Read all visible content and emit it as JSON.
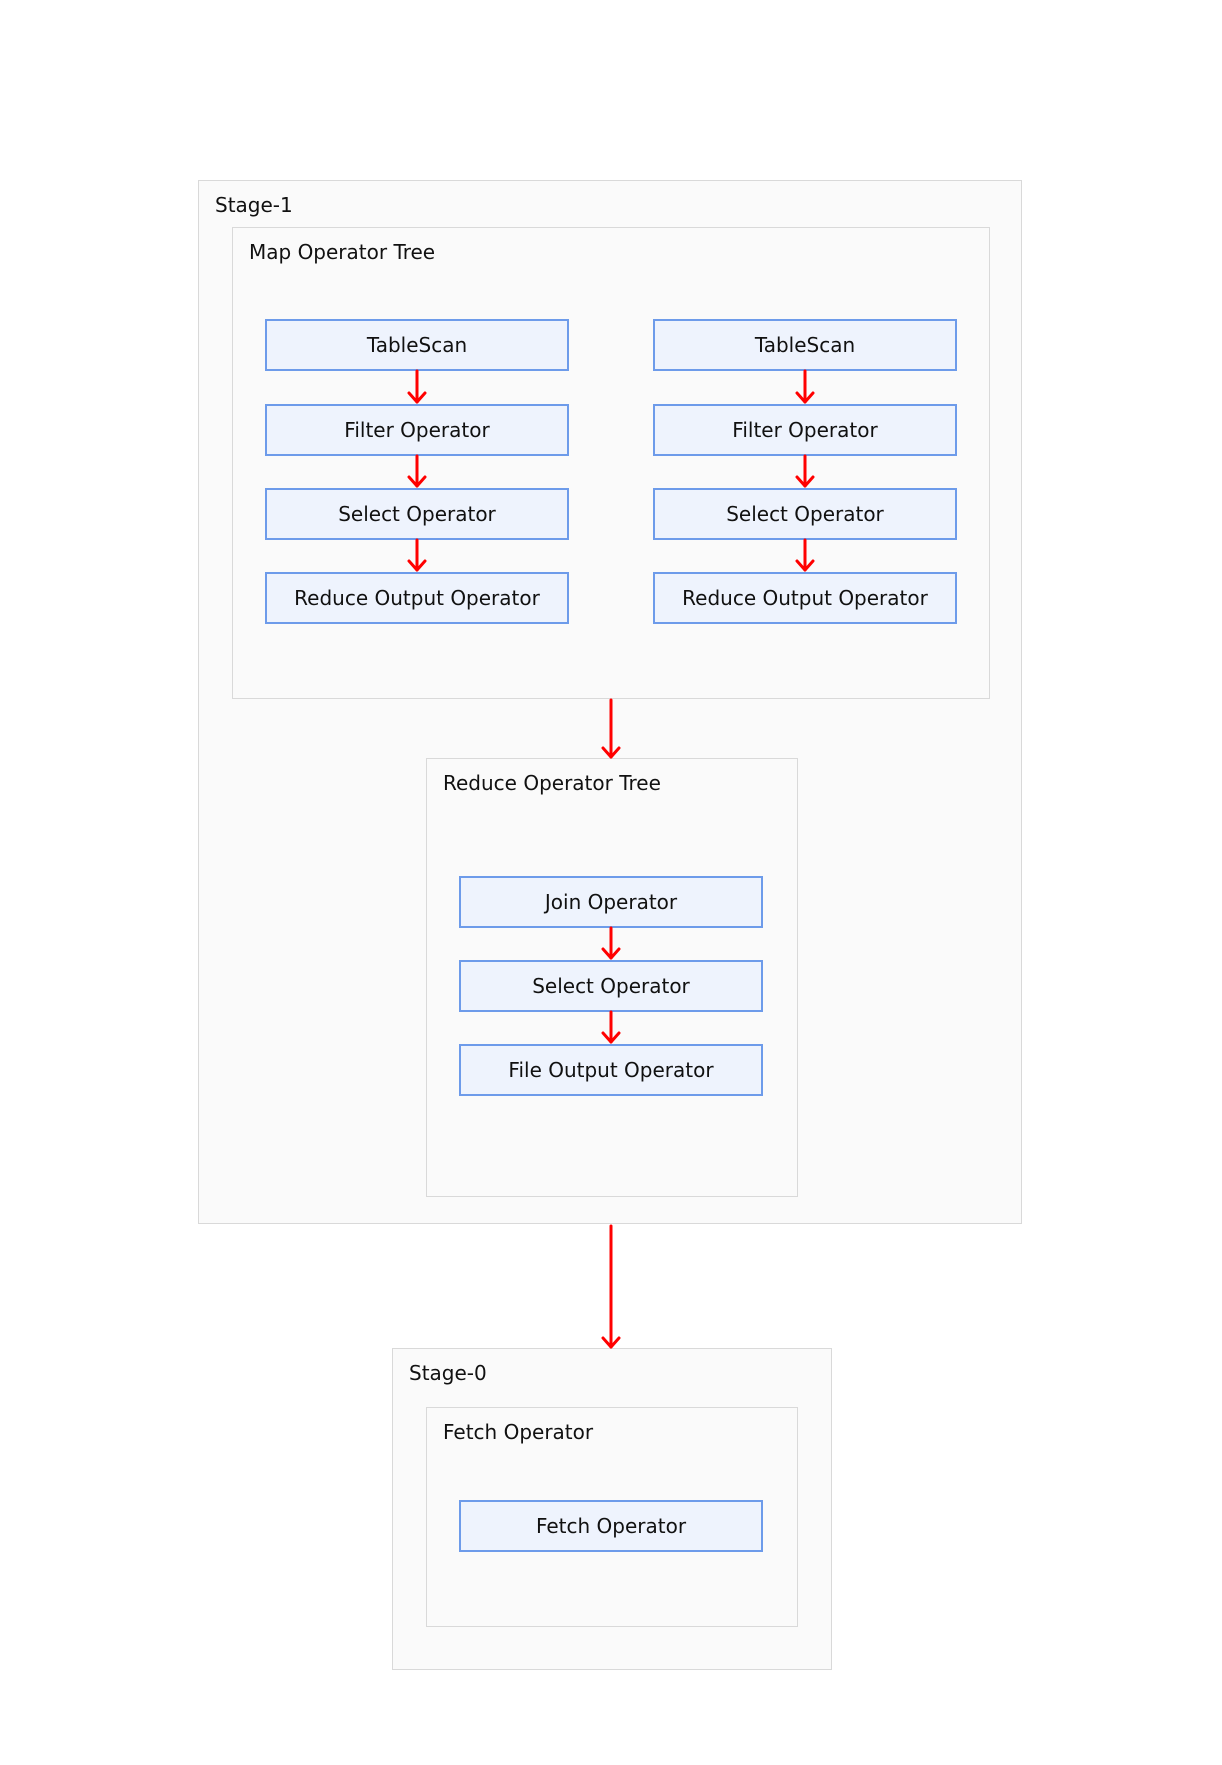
{
  "stage1": {
    "label": "Stage-1",
    "map_tree": {
      "label": "Map Operator Tree",
      "left_chain": [
        "TableScan",
        "Filter Operator",
        "Select Operator",
        "Reduce Output Operator"
      ],
      "right_chain": [
        "TableScan",
        "Filter Operator",
        "Select Operator",
        "Reduce Output Operator"
      ]
    },
    "reduce_tree": {
      "label": "Reduce Operator Tree",
      "chain": [
        "Join Operator",
        "Select Operator",
        "File Output Operator"
      ]
    }
  },
  "stage0": {
    "label": "Stage-0",
    "fetch": {
      "label": "Fetch Operator",
      "chain": [
        "Fetch Operator"
      ]
    }
  },
  "colors": {
    "arrow": "#ff0000",
    "node_fill": "#eef3fd",
    "node_border": "#6d9bea",
    "container_fill": "#fafafa",
    "container_border": "#d9d9d9"
  }
}
